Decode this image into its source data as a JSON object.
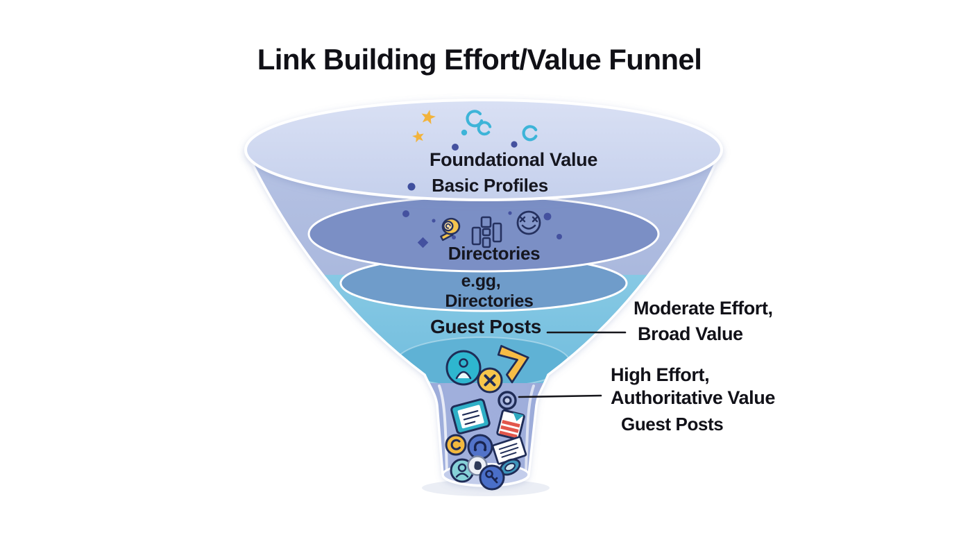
{
  "title": "Link Building Effort/Value Funnel",
  "funnel": {
    "stage1": {
      "value_label": "Foundational Value",
      "item_label": "Basic Profiles"
    },
    "stage2": {
      "label": "Directories"
    },
    "stage3": {
      "line1": "e.gg,",
      "line2": "Directories"
    },
    "stage4": {
      "label": "Guest Posts"
    }
  },
  "callouts": {
    "moderate": {
      "line1": "Moderate Effort,",
      "line2": "Broad Value"
    },
    "high": {
      "line1": "High Effort,",
      "line2": "Authoritative Value",
      "line3": "Guest Posts"
    }
  },
  "colors": {
    "background": "#ffffff",
    "bowl_top": "#cdd7ef",
    "funnel_wall": "#a9b8dd",
    "band_directories": "#7b8fc5",
    "band_egg_directories": "#6f9cca",
    "band_guest_posts": "#7ec3e2",
    "inner_pool": "#5fb2d5",
    "stem": "#97a8d8",
    "accent_gold": "#f2b33c",
    "accent_cyan": "#3db4d8",
    "icon_outline_navy": "#25315f",
    "text": "#15161f"
  },
  "icons": {
    "star-icon": "★",
    "swirl-icon": "open-spiral",
    "dot-icon": "•",
    "diamond-dot-icon": "◆",
    "snail-icon": "yellow-blob-spiral",
    "directory-list-icon": "stacked-blocks",
    "laughing-face-icon": "x-eyes-smile-circle",
    "person-badge-icon": "person-in-circle",
    "x-mark-icon": "x-in-gold-circle",
    "arrow-ribbon-icon": "bent-gold-chevron",
    "link-ring-icon": "donut-ring",
    "note-card-icon": "teal-card-with-lines",
    "flag-icon": "red-striped-flag",
    "coin-icon": "gold-coin-swirl",
    "phone-icon": "handset-in-blue-circle",
    "document-icon": "white-doc-lines",
    "coin-edge-icon": "tilted-ellipse-ring",
    "camera-icon": "camera-in-teal-circle",
    "lock-icon": "dark-blob-in-silver-circle",
    "key-icon": "key-in-blue-circle"
  }
}
